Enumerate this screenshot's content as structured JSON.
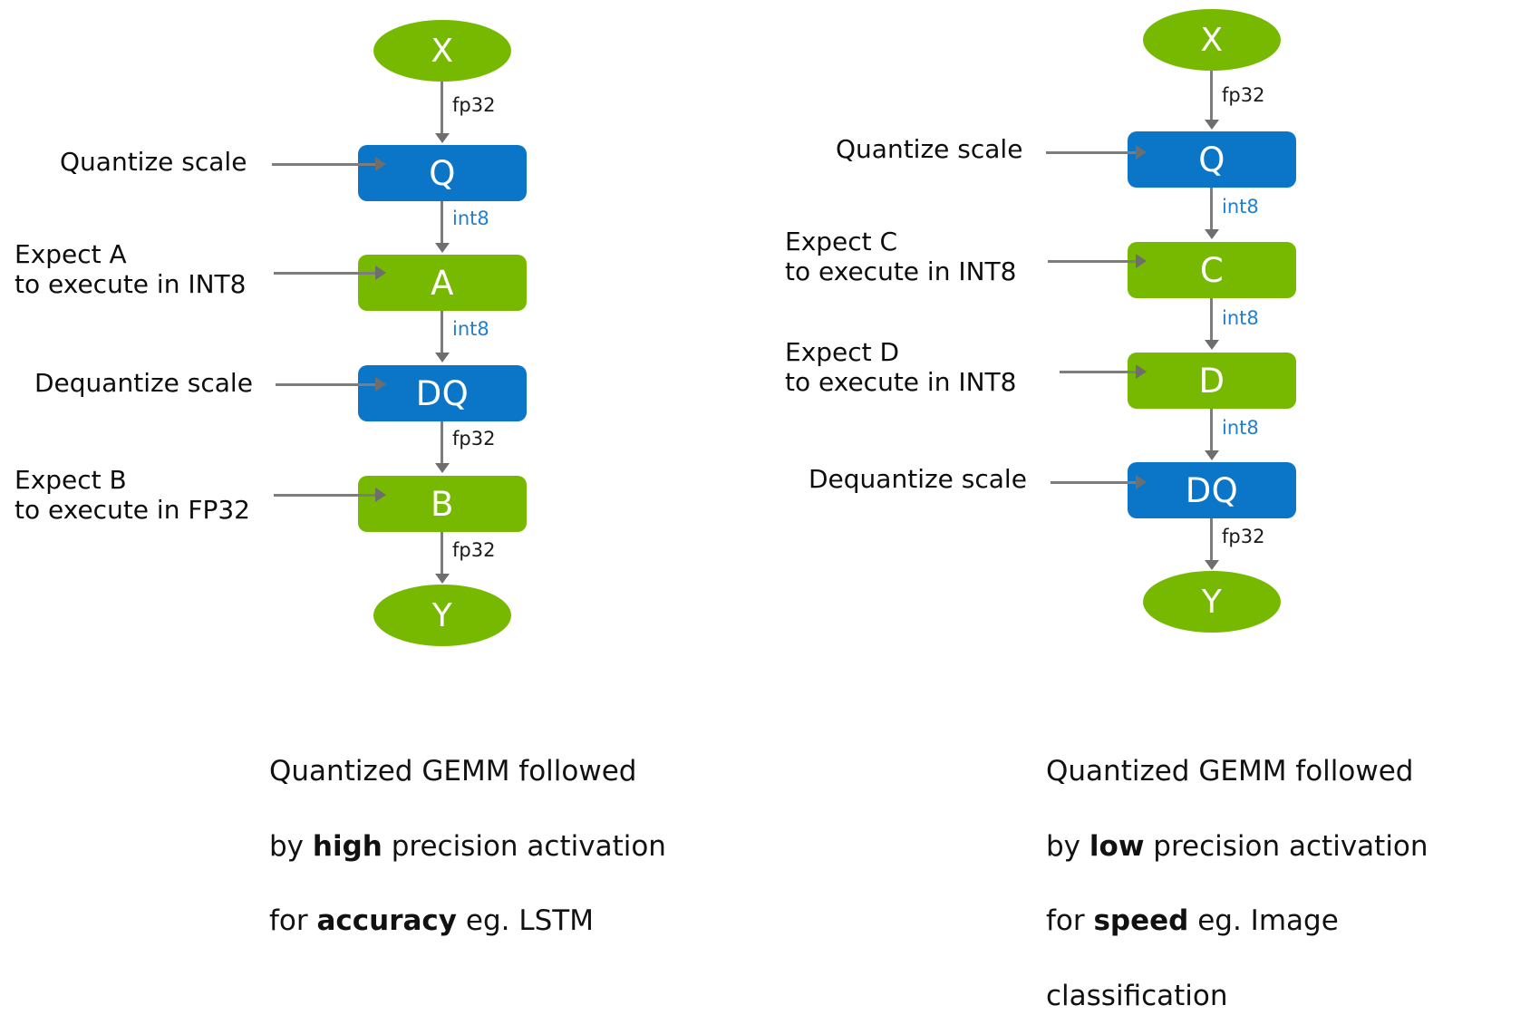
{
  "figure": {
    "colors": {
      "green": "#76b900",
      "blue": "#0b76c8",
      "int8_label": "#1f7fd0",
      "fp32_label": "#1a1a1a",
      "connector": "#7d7d7d",
      "background": "#ffffff"
    }
  },
  "left_panel": {
    "nodes": [
      {
        "id": "x",
        "label": "X",
        "shape": "ellipse",
        "color": "green"
      },
      {
        "id": "q",
        "label": "Q",
        "shape": "box",
        "color": "blue"
      },
      {
        "id": "a",
        "label": "A",
        "shape": "box",
        "color": "green"
      },
      {
        "id": "dq",
        "label": "DQ",
        "shape": "box",
        "color": "blue"
      },
      {
        "id": "b",
        "label": "B",
        "shape": "box",
        "color": "green"
      },
      {
        "id": "y",
        "label": "Y",
        "shape": "ellipse",
        "color": "green"
      }
    ],
    "edge_labels": [
      {
        "id": "x-q",
        "label": "fp32",
        "type": "fp32"
      },
      {
        "id": "q-a",
        "label": "int8",
        "type": "int8"
      },
      {
        "id": "a-dq",
        "label": "int8",
        "type": "int8"
      },
      {
        "id": "dq-b",
        "label": "fp32",
        "type": "fp32"
      },
      {
        "id": "b-y",
        "label": "fp32",
        "type": "fp32"
      }
    ],
    "side_notes": [
      {
        "id": "q",
        "text": "Quantize scale"
      },
      {
        "id": "a",
        "text": "Expect A\nto execute in INT8"
      },
      {
        "id": "dq",
        "text": "Dequantize scale"
      },
      {
        "id": "b",
        "text": "Expect B\nto execute in FP32"
      }
    ],
    "caption": {
      "line1": "Quantized GEMM followed",
      "line2_pre": "by ",
      "line2_bold": "high",
      "line2_post": " precision activation",
      "line3_pre": "for ",
      "line3_bold": "accuracy",
      "line3_post": " eg. LSTM",
      "full_text": "Quantized GEMM followed by high precision activation for accuracy eg. LSTM"
    }
  },
  "right_panel": {
    "nodes": [
      {
        "id": "x",
        "label": "X",
        "shape": "ellipse",
        "color": "green"
      },
      {
        "id": "q",
        "label": "Q",
        "shape": "box",
        "color": "blue"
      },
      {
        "id": "c",
        "label": "C",
        "shape": "box",
        "color": "green"
      },
      {
        "id": "d",
        "label": "D",
        "shape": "box",
        "color": "green"
      },
      {
        "id": "dq",
        "label": "DQ",
        "shape": "box",
        "color": "blue"
      },
      {
        "id": "y",
        "label": "Y",
        "shape": "ellipse",
        "color": "green"
      }
    ],
    "edge_labels": [
      {
        "id": "x-q",
        "label": "fp32",
        "type": "fp32"
      },
      {
        "id": "q-c",
        "label": "int8",
        "type": "int8"
      },
      {
        "id": "c-d",
        "label": "int8",
        "type": "int8"
      },
      {
        "id": "d-dq",
        "label": "int8",
        "type": "int8"
      },
      {
        "id": "dq-y",
        "label": "fp32",
        "type": "fp32"
      }
    ],
    "side_notes": [
      {
        "id": "q",
        "text": "Quantize scale"
      },
      {
        "id": "c",
        "text": "Expect C\nto execute in INT8"
      },
      {
        "id": "d",
        "text": "Expect D\nto execute in INT8"
      },
      {
        "id": "dq",
        "text": "Dequantize scale"
      }
    ],
    "caption": {
      "line1": "Quantized GEMM followed",
      "line2_pre": "by ",
      "line2_bold": "low",
      "line2_post": " precision activation",
      "line3_pre": "for ",
      "line3_bold": "speed",
      "line3_post": " eg. Image",
      "line4": "classification",
      "full_text": "Quantized GEMM followed by low precision activation for speed eg. Image classification"
    }
  }
}
